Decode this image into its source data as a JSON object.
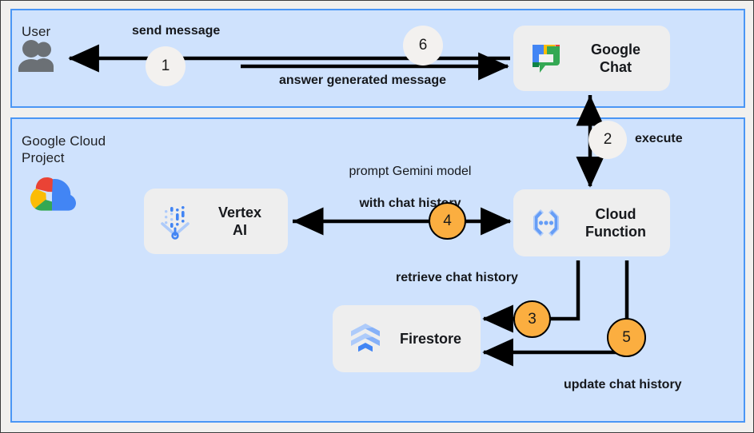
{
  "diagram": {
    "title": "Google Chat Gemini app architecture",
    "colors": {
      "panel_fill": "#cfe2fd",
      "panel_border": "#4a96f5",
      "page_background": "#f1f0ee",
      "card_fill": "#eeeeee",
      "badge_accent": "#fbae40",
      "badge_light": "#f3f1ef",
      "arrow": "#000000"
    }
  },
  "panels": [
    {
      "id": "user",
      "title": "User"
    },
    {
      "id": "google_cloud_project",
      "title": "Google Cloud\nProject"
    }
  ],
  "cards": [
    {
      "id": "google_chat",
      "label": "Google\nChat",
      "icon": "google-chat-icon"
    },
    {
      "id": "vertex_ai",
      "label": "Vertex\nAI",
      "icon": "vertex-ai-icon"
    },
    {
      "id": "cloud_function",
      "label": "Cloud\nFunction",
      "icon": "cloud-function-icon"
    },
    {
      "id": "firestore",
      "label": "Firestore",
      "icon": "firestore-icon"
    }
  ],
  "actors": [
    {
      "id": "user",
      "icon": "users-icon"
    },
    {
      "id": "google_cloud",
      "icon": "google-cloud-logo"
    }
  ],
  "flow_labels": {
    "send_message": "send message",
    "answer_generated_message": "answer generated message",
    "execute": "execute",
    "prompt_line1": "prompt Gemini model",
    "prompt_line2": "with chat history",
    "retrieve_chat_history": "retrieve chat history",
    "update_chat_history": "update chat history"
  },
  "steps": [
    {
      "number": "1",
      "style": "light",
      "label": "send message"
    },
    {
      "number": "2",
      "style": "light",
      "label": "execute"
    },
    {
      "number": "3",
      "style": "accent",
      "label": "retrieve chat history"
    },
    {
      "number": "4",
      "style": "accent",
      "label": "prompt Gemini model with chat history"
    },
    {
      "number": "5",
      "style": "accent",
      "label": "update chat history"
    },
    {
      "number": "6",
      "style": "light",
      "label": "answer generated message"
    }
  ]
}
